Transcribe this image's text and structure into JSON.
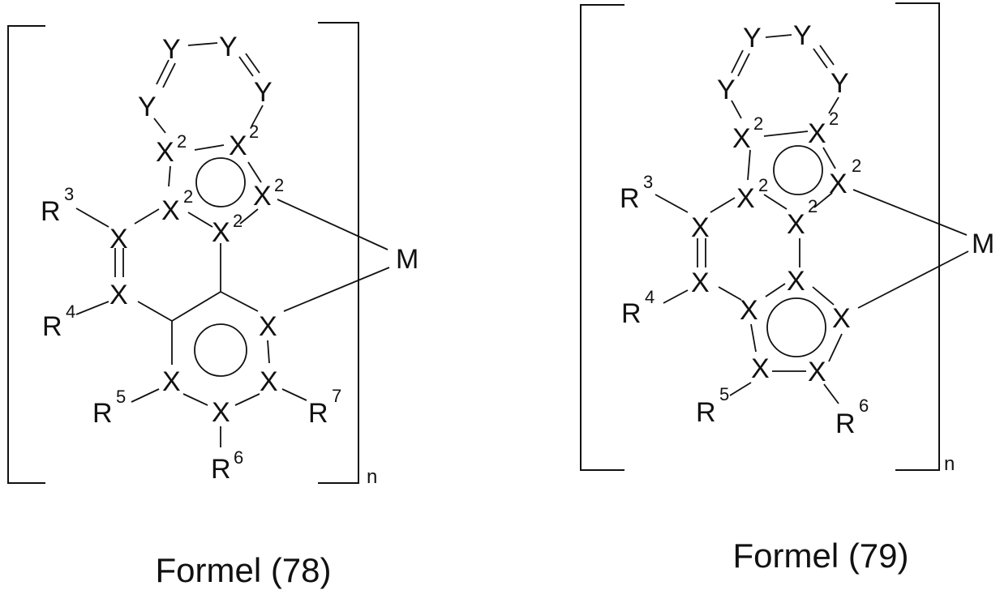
{
  "formula_78": {
    "caption": "Formel (78)",
    "metal": "M",
    "ring_atom": "X",
    "y_atom": "Y",
    "x2_base": "X",
    "x2_sup": "2",
    "r_letter": "R",
    "r3": "3",
    "r4": "4",
    "r5": "5",
    "r6": "6",
    "r7": "7",
    "repeat_index": "n"
  },
  "formula_79": {
    "caption": "Formel (79)",
    "metal": "M",
    "ring_atom": "X",
    "y_atom": "Y",
    "x2_base": "X",
    "x2_sup": "2",
    "r_letter": "R",
    "r3": "3",
    "r4": "4",
    "r5": "5",
    "r6": "6",
    "repeat_index": "n"
  }
}
